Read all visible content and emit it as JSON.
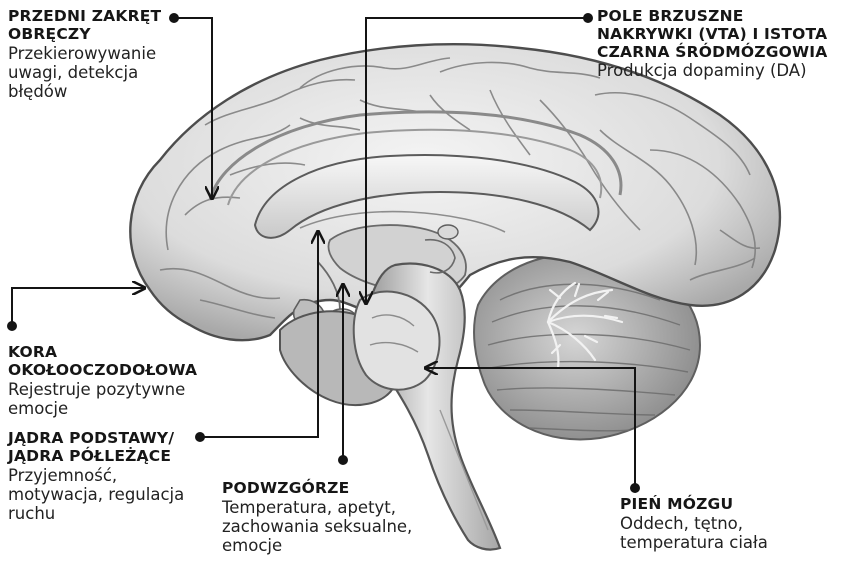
{
  "colors": {
    "line": "#141414",
    "cortex_light": "#ebebeb",
    "cortex_mid": "#bdbdbd",
    "cortex_dark": "#6f6f6f",
    "background": "#ffffff"
  },
  "labels": {
    "acc": {
      "title": "PRZEDNI ZAKRĘT OBRĘCZY",
      "desc": "Przekierowywanie uwagi, detekcja błędów"
    },
    "vta": {
      "title": "POLE BRZUSZNE NAKRYWKI (VTA) I ISTOTA CZARNA ŚRÓDMÓZGOWIA",
      "desc": "Produkcja dopaminy (DA)"
    },
    "ofc": {
      "title": "KORA OKOŁOOCZODOŁOWA",
      "desc": "Rejestruje pozytywne emocje"
    },
    "basal": {
      "title": "JĄDRA PODSTAWY/ JĄDRA PÓŁLEŻĄCE",
      "desc": "Przyjemność, motywacja, regulacja ruchu"
    },
    "hypothalamus": {
      "title": "PODWZGÓRZE",
      "desc": "Temperatura, apetyt, zachowania seksualne, emocje"
    },
    "brainstem": {
      "title": "PIEŃ MÓZGU",
      "desc": "Oddech, tętno, temperatura ciała"
    }
  }
}
